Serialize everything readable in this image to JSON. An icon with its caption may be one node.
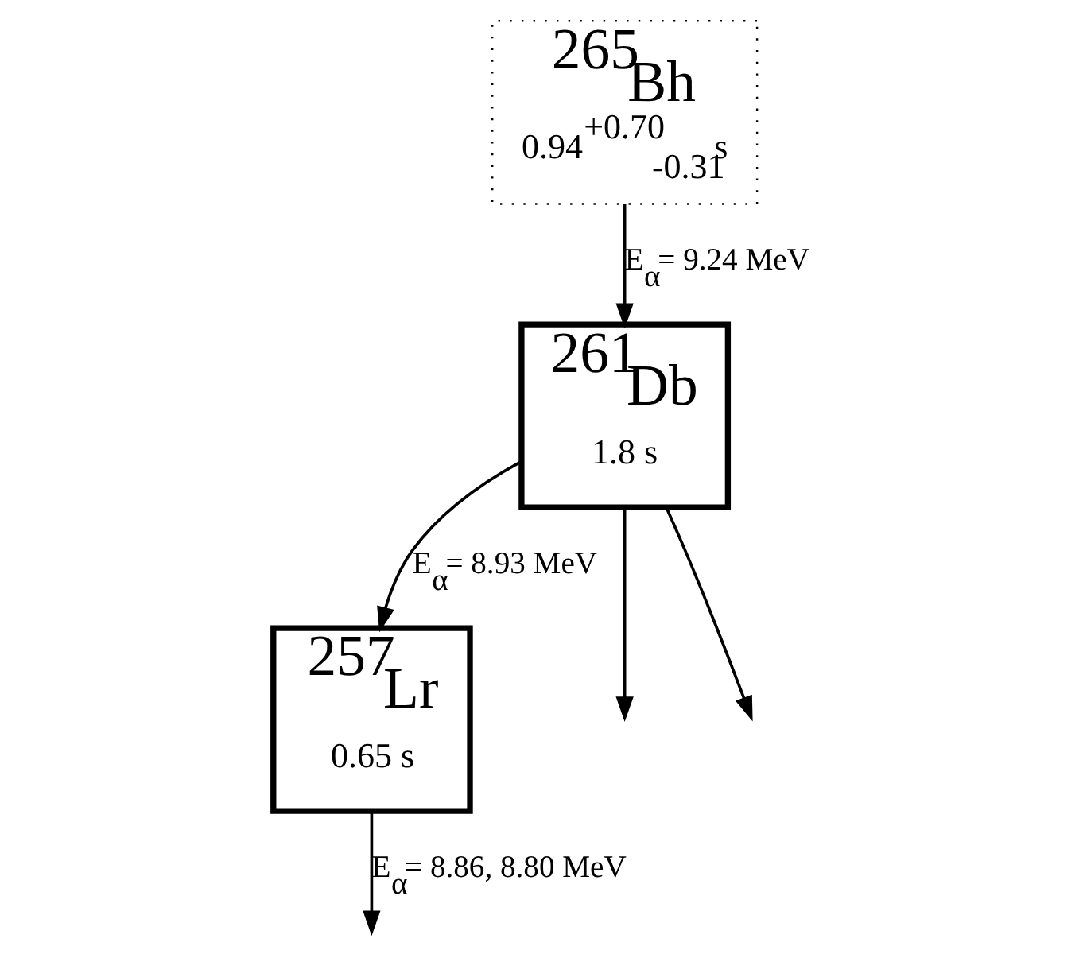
{
  "diagram": {
    "nodes": [
      {
        "text": [
          "$^{265}$Bh",
          "0.94$^{+0.70}$$_{-0.31}$s"
        ]
      },
      {
        "text": [
          "$^{261}$Db",
          "1.8 s"
        ]
      },
      {
        "text": [
          "$^{257}$Lr",
          "0.65 s"
        ]
      }
    ],
    "edges": [
      {
        "from": 0,
        "to": 1,
        "arrow": "to",
        "label": "E$_{α}$= 9.24 MeV"
      },
      {
        "from": 1,
        "to": 2,
        "arrow": "to",
        "label": "E$_{α}$= 8.93 MeV"
      },
      {
        "from": 1,
        "to": null,
        "arrow": "to"
      },
      {
        "from": 1,
        "to": null,
        "arrow": "to"
      },
      {
        "from": 2,
        "to": null,
        "arrow": "to",
        "label": "E$_{α}$= 8.86, 8.80 MeV"
      }
    ]
  }
}
